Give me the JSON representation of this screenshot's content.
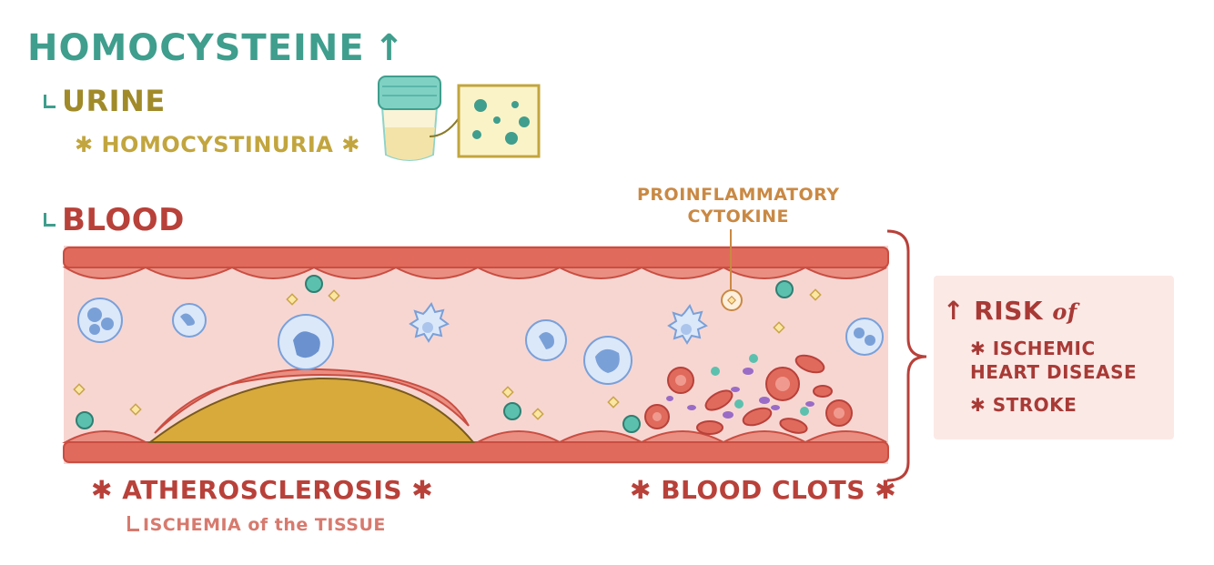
{
  "title": {
    "text": "HOMOCYSTEINE",
    "arrow": "↑"
  },
  "urine": {
    "label": "URINE",
    "sub": "✱ HOMOCYSTINURIA ✱"
  },
  "blood": {
    "label": "BLOOD"
  },
  "annotation": {
    "line1": "PROINFLAMMATORY",
    "line2": "CYTOKINE"
  },
  "outcomes": {
    "atherosclerosis": "✱ ATHEROSCLEROSIS ✱",
    "ischemia": "ISCHEMIA of the TISSUE",
    "blood_clots": "✱ BLOOD CLOTS ✱"
  },
  "risk": {
    "arrow": "↑",
    "label": "RISK",
    "of": "of",
    "items": [
      "✱ ISCHEMIC HEART DISEASE",
      "✱ STROKE"
    ]
  },
  "colors": {
    "teal": "#3f9e8d",
    "mustard": "#a08a2a",
    "red": "#b8413a",
    "vessel_wall": "#e06a5c",
    "lumen": "#f7d6d2",
    "plaque": "#d8aa3c",
    "cytokine": "#c98944"
  }
}
